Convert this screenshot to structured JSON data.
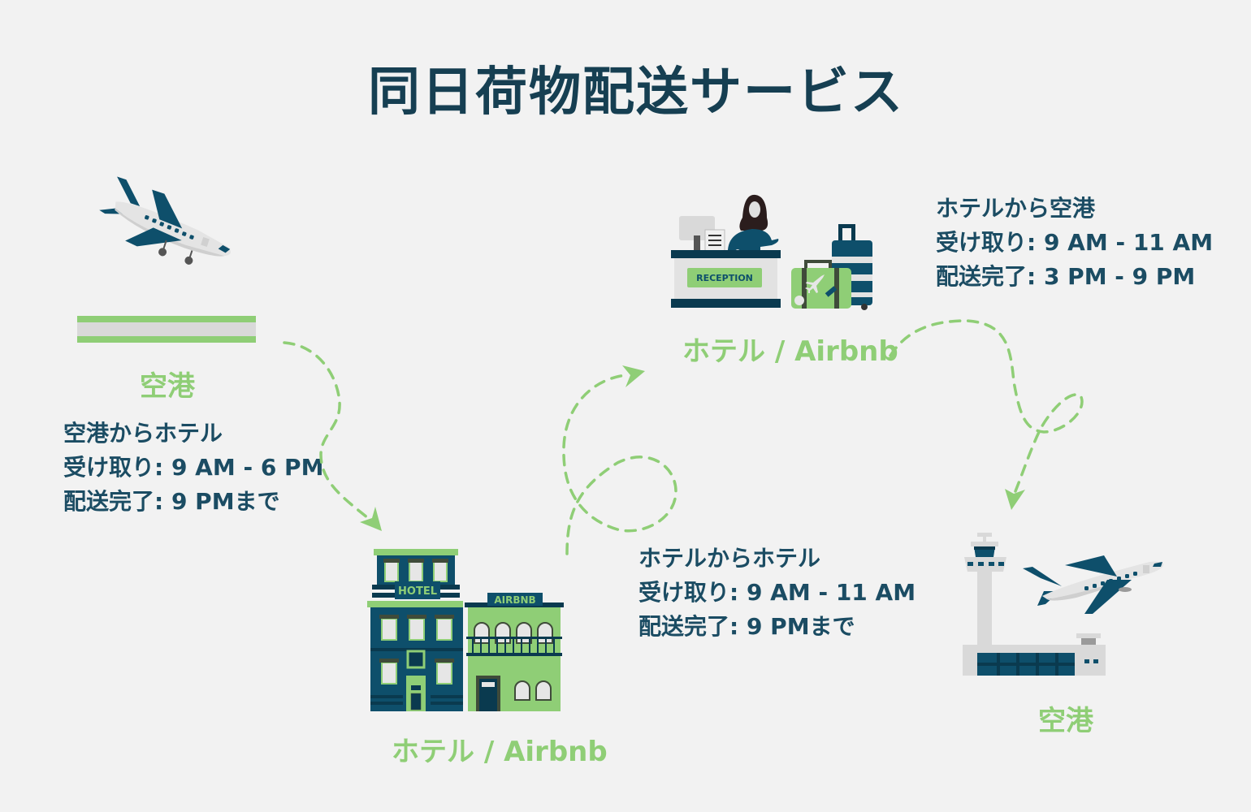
{
  "title": "同日荷物配送サービス",
  "colors": {
    "background": "#f2f2f2",
    "title": "#163f52",
    "text": "#1b4c63",
    "accent_green": "#8fce76",
    "dark_teal": "#0e4f6b"
  },
  "nodes": {
    "airport_start": {
      "label": "空港",
      "icon": "landing-airplane-icon"
    },
    "hotel_bottom": {
      "label": "ホテル / Airbnb",
      "icon": "hotel-airbnb-buildings-icon",
      "signs": [
        "HOTEL",
        "AIRBNB"
      ]
    },
    "hotel_top": {
      "label": "ホテル / Airbnb",
      "icon": "reception-desk-icon",
      "sign": "RECEPTION"
    },
    "airport_end": {
      "label": "空港",
      "icon": "airport-tower-takeoff-icon"
    }
  },
  "routes": [
    {
      "title": "空港からホテル",
      "pickup": "受け取り: 9 AM - 6 PM",
      "delivery": "配送完了: 9 PMまで"
    },
    {
      "title": "ホテルからホテル",
      "pickup": "受け取り: 9 AM - 11 AM",
      "delivery": "配送完了: 9 PMまで"
    },
    {
      "title": "ホテルから空港",
      "pickup": "受け取り: 9 AM - 11 AM",
      "delivery": "配送完了: 3 PM - 9 PM"
    }
  ]
}
